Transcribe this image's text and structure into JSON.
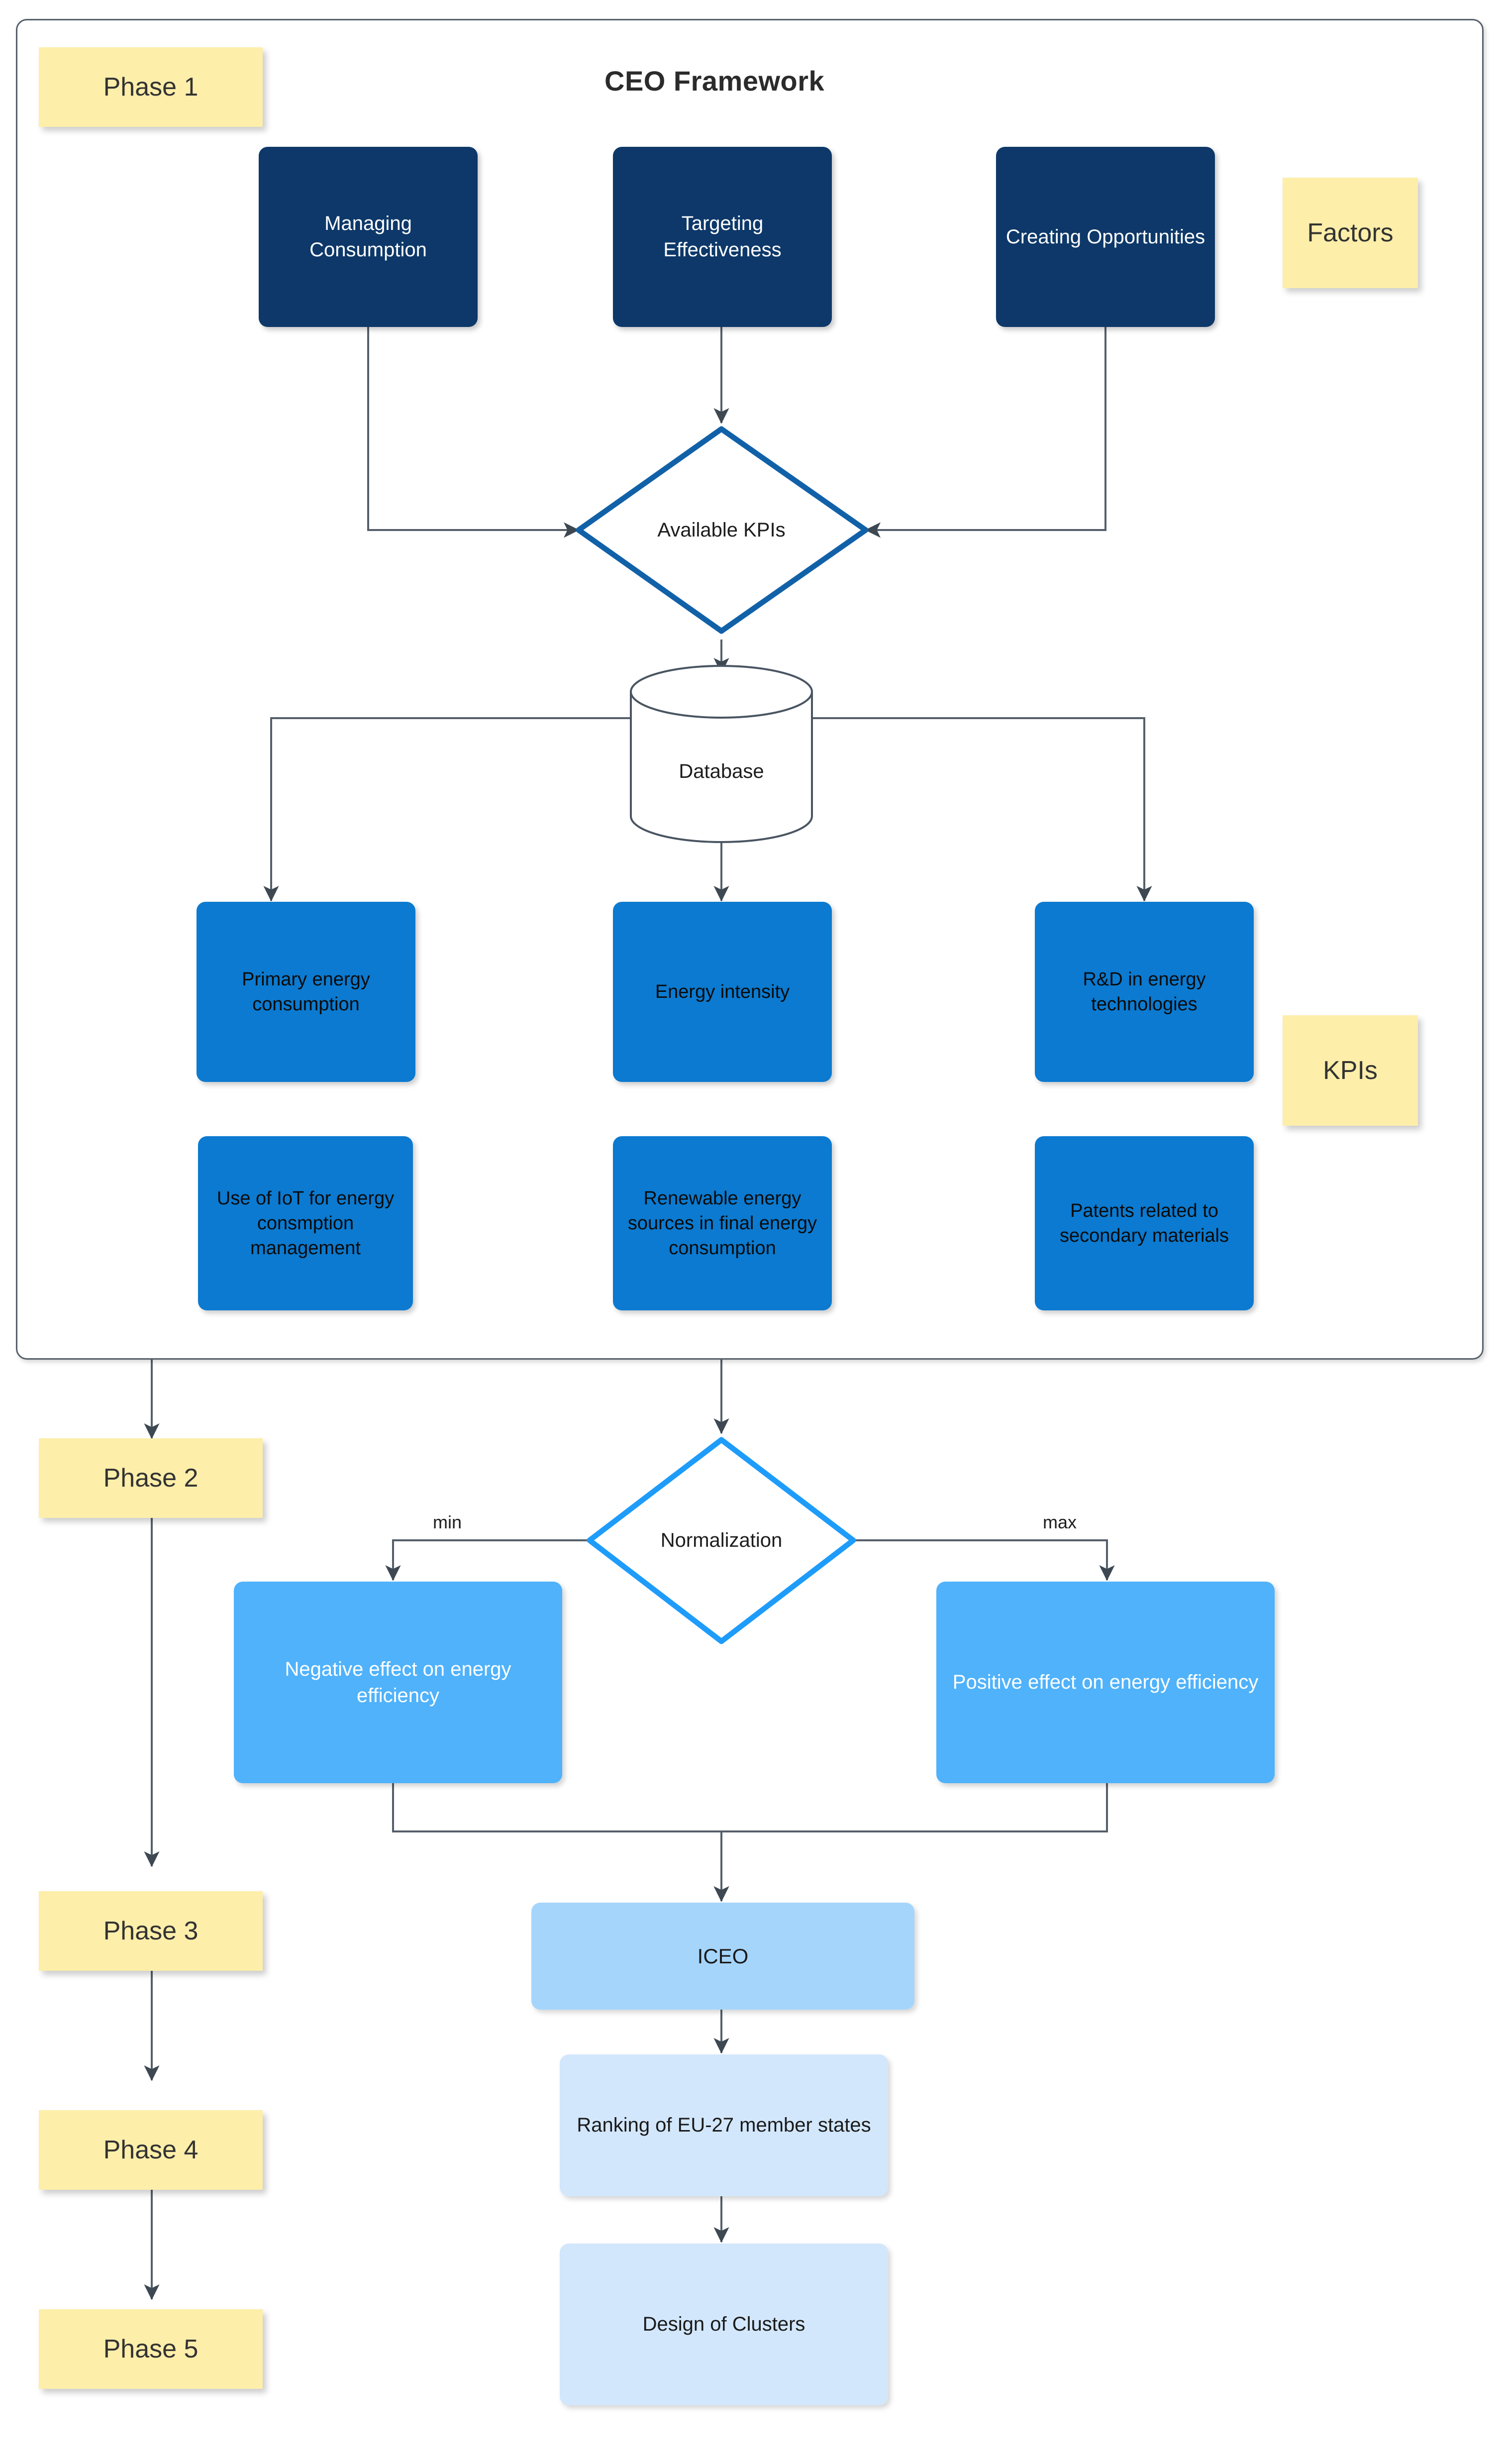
{
  "diagram": {
    "title": "CEO Framework",
    "phases": [
      {
        "id": "phase-1",
        "label": "Phase 1"
      },
      {
        "id": "phase-2",
        "label": "Phase 2"
      },
      {
        "id": "phase-3",
        "label": "Phase 3"
      },
      {
        "id": "phase-4",
        "label": "Phase 4"
      },
      {
        "id": "phase-5",
        "label": "Phase 5"
      }
    ],
    "legends": [
      {
        "id": "legend-factors",
        "label": "Factors"
      },
      {
        "id": "legend-kpis",
        "label": "KPIs"
      }
    ],
    "factors": [
      {
        "id": "factor-managing-consumption",
        "label": "Managing Consumption"
      },
      {
        "id": "factor-targeting-effectiveness",
        "label": "Targeting Effectiveness"
      },
      {
        "id": "factor-creating-opportunities",
        "label": "Creating Opportunities"
      }
    ],
    "decisions": [
      {
        "id": "decision-available-kpis",
        "label": "Available KPIs"
      },
      {
        "id": "decision-normalization",
        "label": "Normalization"
      }
    ],
    "datastore": {
      "id": "datastore-database",
      "label": "Database"
    },
    "kpis": [
      {
        "id": "kpi-primary-energy-consumption",
        "label": "Primary energy consumption"
      },
      {
        "id": "kpi-energy-intensity",
        "label": "Energy intensity"
      },
      {
        "id": "kpi-rd-energy-technologies",
        "label": "R&D in energy technologies"
      },
      {
        "id": "kpi-use-of-iot",
        "label": "Use of IoT for energy consmption management"
      },
      {
        "id": "kpi-renewable-energy-sources",
        "label": "Renewable energy sources in final energy consumption"
      },
      {
        "id": "kpi-patents-secondary-materials",
        "label": "Patents related to secondary materials"
      }
    ],
    "edge_labels": [
      {
        "id": "edge-min",
        "label": "min"
      },
      {
        "id": "edge-max",
        "label": "max"
      }
    ],
    "effects": [
      {
        "id": "effect-negative",
        "label": "Negative effect on energy efficiency"
      },
      {
        "id": "effect-positive",
        "label": "Positive effect on energy efficiency"
      }
    ],
    "outputs": [
      {
        "id": "output-iceo",
        "label": "ICEO"
      },
      {
        "id": "output-ranking",
        "label": "Ranking of EU-27 member states"
      },
      {
        "id": "output-clusters",
        "label": "Design of Clusters"
      }
    ],
    "colors": {
      "sticky": "#fdeeaa",
      "factor": "#0d3869",
      "kpi": "#0b7ad0",
      "effect": "#4fb2fb",
      "iceo": "#a6d5fc",
      "pale": "#d3e7fc",
      "diamond_dark": "#1161a8",
      "diamond_bright": "#1e9cfa",
      "connector": "#555f6a",
      "group_border": "#57606a"
    }
  }
}
